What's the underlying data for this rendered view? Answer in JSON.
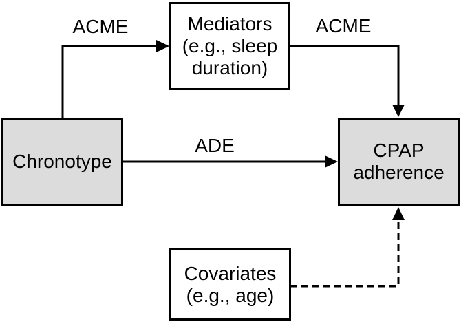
{
  "diagram": {
    "title_semantic": "Causal mediation diagram of chronotype and CPAP adherence",
    "colors": {
      "background": "#ffffff",
      "box_border": "#000000",
      "exposure_outcome_fill": "#dcdcdc",
      "mediator_covariate_fill": "#ffffff",
      "arrow": "#000000",
      "text": "#000000"
    },
    "boxes": {
      "chronotype": {
        "label": "Chronotype"
      },
      "mediators": {
        "lines": [
          "Mediators",
          "(e.g., sleep",
          "duration)"
        ]
      },
      "cpap": {
        "lines": [
          "CPAP",
          "adherence"
        ]
      },
      "covariates": {
        "lines": [
          "Covariates",
          "(e.g., age)"
        ]
      }
    },
    "edge_labels": {
      "acme_left": "ACME",
      "acme_right": "ACME",
      "ade": "ADE"
    }
  }
}
